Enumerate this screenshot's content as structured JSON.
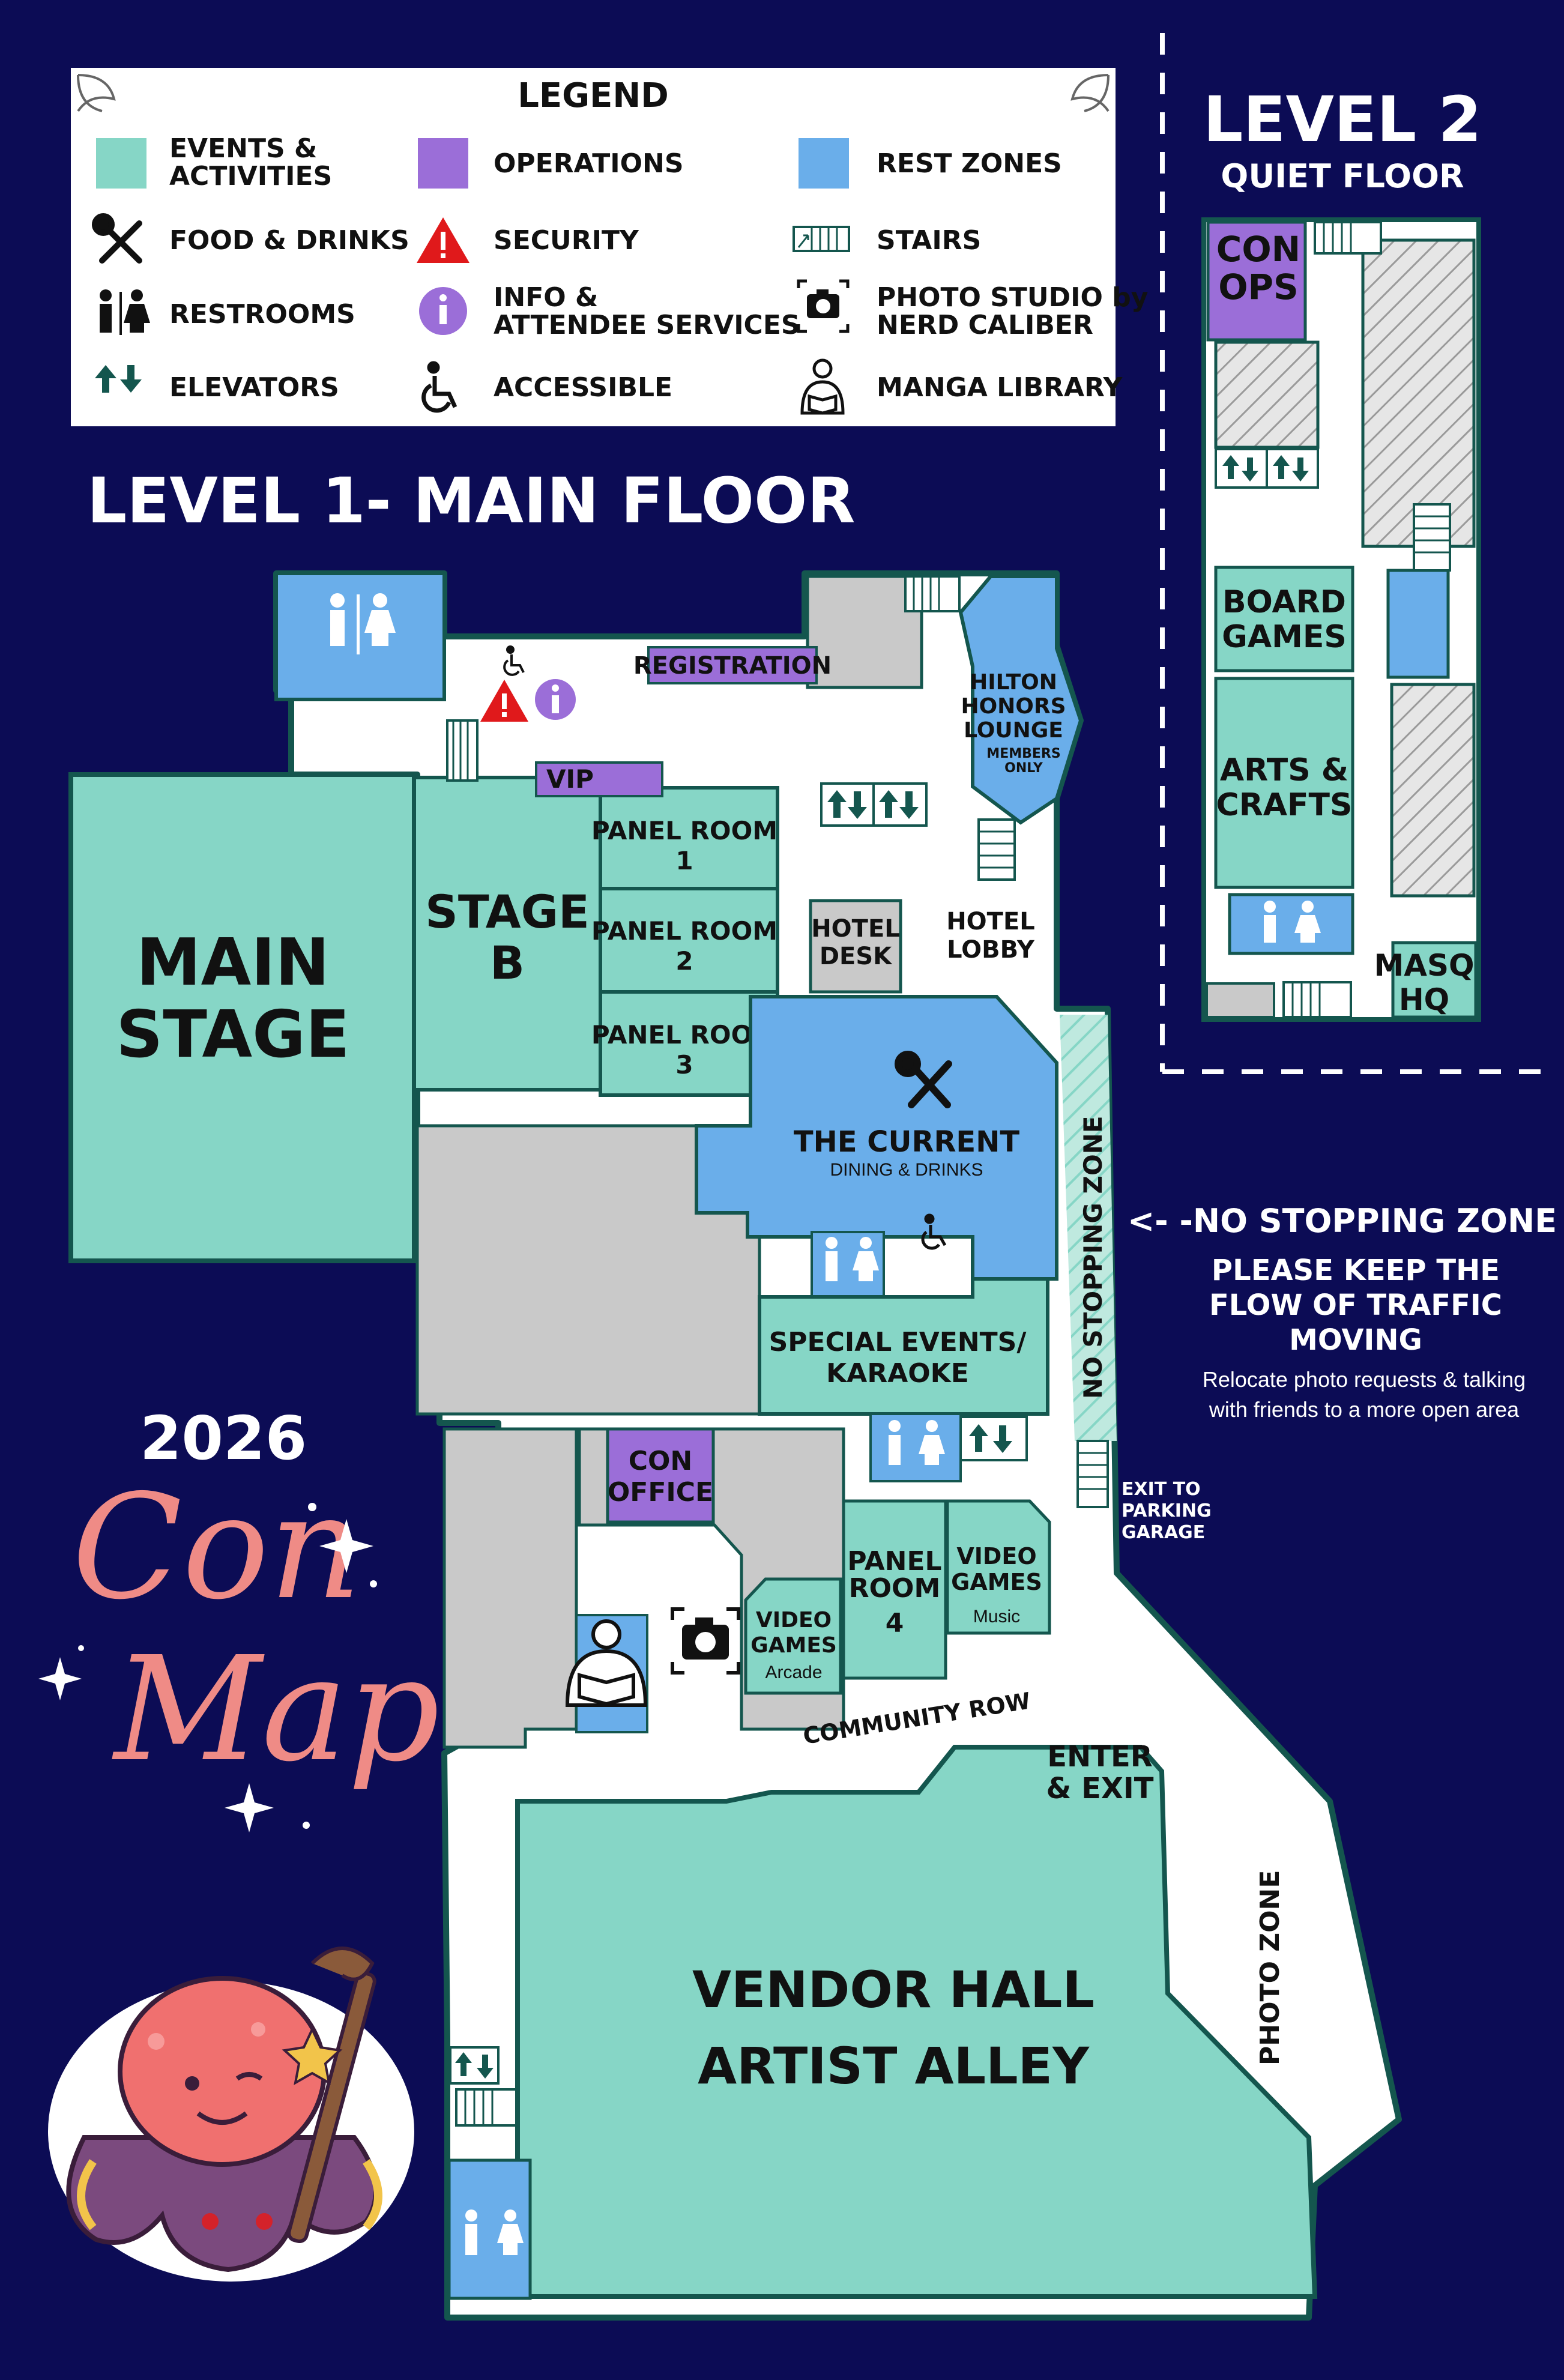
{
  "colors": {
    "background": "#0c0c55",
    "events": "#86d6c6",
    "operations": "#9b6ed8",
    "rest": "#6aaeea",
    "gray": "#c9c9c9",
    "outline": "#14564e",
    "title_pink": "#ef8b86",
    "security_red": "#e0191b"
  },
  "legend": {
    "title": "LEGEND",
    "items": [
      {
        "label1": "EVENTS &",
        "label2": "ACTIVITIES",
        "icon": "events-swatch"
      },
      {
        "label1": "OPERATIONS",
        "label2": "",
        "icon": "operations-swatch"
      },
      {
        "label1": "REST ZONES",
        "label2": "",
        "icon": "rest-swatch"
      },
      {
        "label1": "FOOD & DRINKS",
        "label2": "",
        "icon": "fork-knife-icon"
      },
      {
        "label1": "SECURITY",
        "label2": "",
        "icon": "warning-icon"
      },
      {
        "label1": "STAIRS",
        "label2": "",
        "icon": "stairs-icon"
      },
      {
        "label1": "RESTROOMS",
        "label2": "",
        "icon": "restroom-icon"
      },
      {
        "label1": "INFO &",
        "label2": "ATTENDEE SERVICES",
        "icon": "info-icon"
      },
      {
        "label1": "PHOTO STUDIO by",
        "label2": "NERD CALIBER",
        "icon": "camera-icon"
      },
      {
        "label1": "ELEVATORS",
        "label2": "",
        "icon": "elevator-icon"
      },
      {
        "label1": "ACCESSIBLE",
        "label2": "",
        "icon": "wheelchair-icon"
      },
      {
        "label1": "MANGA LIBRARY",
        "label2": "",
        "icon": "reader-icon"
      }
    ]
  },
  "level1": {
    "title": "LEVEL 1- MAIN FLOOR",
    "rooms": {
      "main_stage": [
        "MAIN",
        "STAGE"
      ],
      "stage_b": [
        "STAGE",
        "B"
      ],
      "panel1": [
        "PANEL ROOM",
        "1"
      ],
      "panel2": [
        "PANEL ROOM",
        "2"
      ],
      "panel3": [
        "PANEL ROOM",
        "3"
      ],
      "hotel_desk": [
        "HOTEL",
        "DESK"
      ],
      "hotel_lobby": [
        "HOTEL",
        "LOBBY"
      ],
      "hilton": [
        "HILTON",
        "HONORS",
        "LOUNGE"
      ],
      "hilton_note": [
        "MEMBERS",
        "ONLY"
      ],
      "registration": "REGISTRATION",
      "vip": "VIP",
      "the_current": "THE CURRENT",
      "the_current_sub": "DINING & DRINKS",
      "special_events": [
        "SPECIAL EVENTS/",
        "KARAOKE"
      ],
      "con_office": [
        "CON",
        "OFFICE"
      ],
      "video_arcade": [
        "VIDEO",
        "GAMES",
        "Arcade"
      ],
      "panel4": [
        "PANEL",
        "ROOM",
        "4"
      ],
      "video_music": [
        "VIDEO",
        "GAMES",
        "Music"
      ],
      "community_row": "COMMUNITY ROW",
      "enter_exit": [
        "ENTER",
        "& EXIT"
      ],
      "vendor_hall": [
        "VENDOR HALL",
        "ARTIST ALLEY"
      ],
      "photo_zone": "PHOTO ZONE",
      "no_stopping": "NO STOPPING ZONE",
      "exit_parking": [
        "EXIT TO",
        "PARKING",
        "GARAGE"
      ]
    }
  },
  "level2": {
    "title": "LEVEL 2",
    "subtitle": "QUIET FLOOR",
    "con_ops": [
      "CON",
      "OPS"
    ],
    "board_games": [
      "BOARD",
      "GAMES"
    ],
    "arts_crafts": [
      "ARTS &",
      "CRAFTS"
    ],
    "masq": [
      "MASQ",
      "HQ"
    ]
  },
  "notice": {
    "arrow_label": "<- -NO STOPPING ZONE",
    "line1": "PLEASE KEEP THE",
    "line2": "FLOW OF TRAFFIC",
    "line3": "MOVING",
    "small1": "Relocate photo requests & talking",
    "small2": "with friends to a more open area"
  },
  "branding": {
    "year": "2026",
    "word1": "Con",
    "word2": "Map"
  }
}
